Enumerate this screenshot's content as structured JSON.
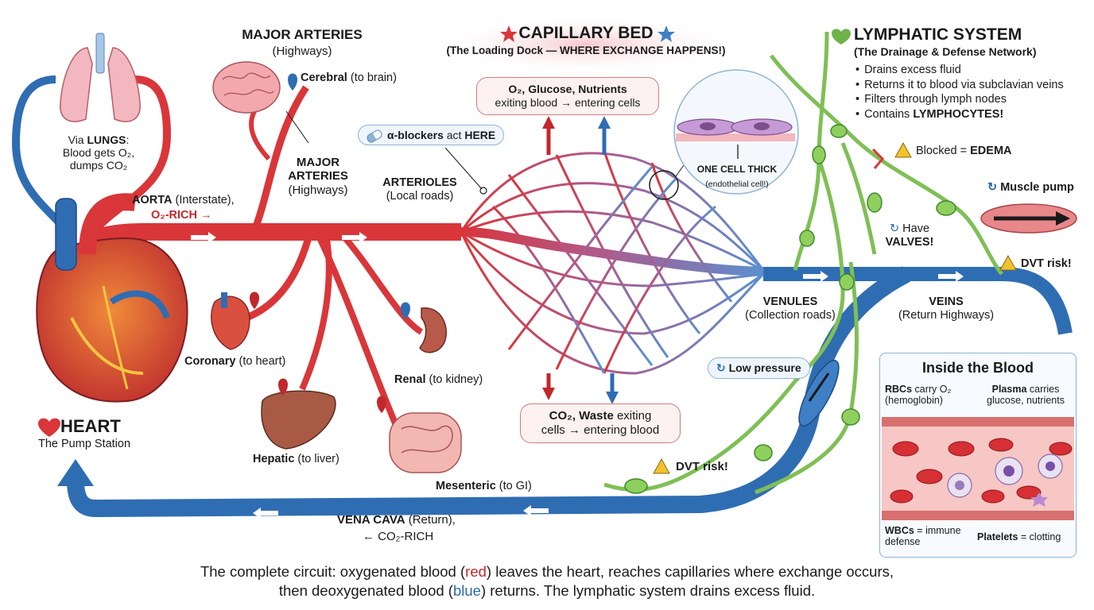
{
  "heart": {
    "title": "HEART",
    "subtitle": "The Pump Station"
  },
  "lungs": {
    "prefix": "Via",
    "name": "LUNGS",
    "suffix": ":",
    "line2": "Blood gets O₂,",
    "line3": "dumps CO₂"
  },
  "aorta": {
    "name": "AORTA",
    "desc": "(Interstate),",
    "rich": "O₂-RICH →"
  },
  "major_arteries_top": {
    "title": "MAJOR ARTERIES",
    "sub": "(Highways)"
  },
  "major_arteries_mid": {
    "line1": "MAJOR",
    "line2": "ARTERIES",
    "sub": "(Highways)"
  },
  "organs": {
    "cerebral": {
      "name": "Cerebral",
      "desc": "(to brain)"
    },
    "coronary": {
      "name": "Coronary",
      "desc": "(to heart)"
    },
    "hepatic": {
      "name": "Hepatic",
      "desc": "(to liver)"
    },
    "renal": {
      "name": "Renal",
      "desc": "(to kidney)"
    },
    "mesenteric": {
      "name": "Mesenteric",
      "desc": "(to GI)"
    }
  },
  "arterioles": {
    "title": "ARTERIOLES",
    "sub": "(Local roads)"
  },
  "alpha_blockers": {
    "name": "α-blockers",
    "act": "act",
    "where": "HERE"
  },
  "capillary_bed": {
    "title": "CAPILLARY BED",
    "sub": "(The Loading Dock — WHERE EXCHANGE HAPPENS!)"
  },
  "o2_box": {
    "line1": "O₂, Glucose, Nutrients",
    "line2": "exiting blood → entering cells"
  },
  "co2_box": {
    "bold": "CO₂, Waste",
    "rest": "exiting",
    "line2": "cells → entering blood"
  },
  "one_cell": {
    "title": "ONE CELL THICK",
    "sub": "(endothelial cell!)"
  },
  "lymphatic": {
    "title": "LYMPHATIC SYSTEM",
    "sub": "(The Drainage & Defense Network)",
    "bullets": [
      "Drains excess fluid",
      "Returns it to blood via subclavian veins",
      "Filters through lymph nodes"
    ],
    "last_prefix": "Contains",
    "last_bold": "LYMPHOCYTES!"
  },
  "blocked": {
    "prefix": "Blocked =",
    "bold": "EDEMA"
  },
  "valves": {
    "prefix": "Have",
    "bold": "VALVES!"
  },
  "muscle_pump": {
    "label": "Muscle pump"
  },
  "dvt_right": {
    "label": "DVT risk!"
  },
  "dvt_bottom": {
    "label": "DVT risk!"
  },
  "venules": {
    "title": "VENULES",
    "sub": "(Collection roads)"
  },
  "veins": {
    "title": "VEINS",
    "sub": "(Return Highways)"
  },
  "low_pressure": {
    "label": "Low pressure"
  },
  "vena_cava": {
    "name": "VENA CAVA",
    "desc": "(Return),",
    "rich": "← CO₂-RICH"
  },
  "blood_panel": {
    "title": "Inside the Blood",
    "rbc_bold": "RBCs",
    "rbc_rest": "carry O₂",
    "rbc_sub": "(hemoglobin)",
    "plasma_bold": "Plasma",
    "plasma_rest": "carries",
    "plasma_sub": "glucose, nutrients",
    "wbc_bold": "WBCs",
    "wbc_rest": "= immune",
    "wbc_sub": "defense",
    "platelets_bold": "Platelets",
    "platelets_rest": "= clotting"
  },
  "caption": {
    "line1_a": "The complete circuit: oxygenated blood (",
    "red_word": "red",
    "line1_b": ") leaves the heart, reaches capillaries where exchange occurs,",
    "line2_a": "then deoxygenated blood (",
    "blue_word": "blue",
    "line2_b": ") returns. The lymphatic system drains excess fluid."
  },
  "colors": {
    "artery_red": "#d9363a",
    "vein_blue": "#2f6db3",
    "lymph_green": "#6fb24a",
    "warning": "#f2c12e"
  }
}
